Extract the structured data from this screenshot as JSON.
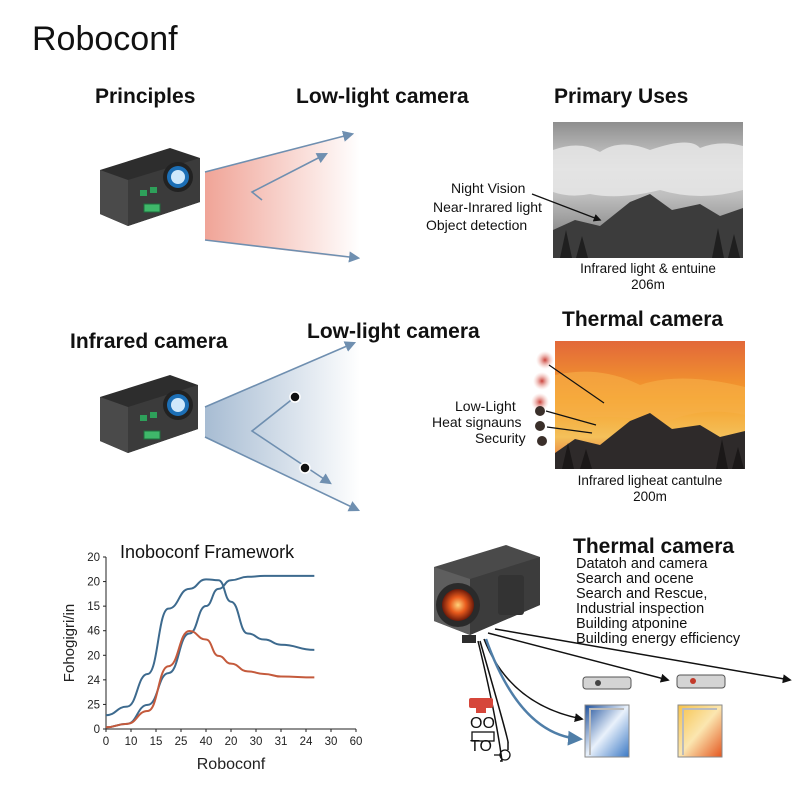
{
  "page": {
    "title": "Roboconf"
  },
  "row1": {
    "heading_left": "Principles",
    "heading_mid": "Low-light camera",
    "heading_right": "Primary Uses",
    "uses": [
      "Night Vision",
      "Near-Inrared light",
      "Object detection"
    ],
    "caption_line1": "Infrared light & entuine",
    "caption_line2": "206m"
  },
  "row2": {
    "heading_left": "Infrared camera",
    "heading_mid": "Low-light camera",
    "heading_right": "Thermal camera",
    "uses": [
      "Low-Light",
      "Heat signauns",
      "Security"
    ],
    "caption_line1": "Infrared ligheat cantulne",
    "caption_line2": "200m"
  },
  "row3": {
    "thermal_title": "Thermal camera",
    "thermal_uses": [
      "Datatoh and camera",
      "Search and ocene",
      "Search and Rescue,",
      "Industrial inspection",
      "Building atponine",
      "Building energy efficiency"
    ],
    "small_labels": {
      "oo": "OO",
      "to": "TO"
    }
  },
  "colors": {
    "camera_body": "#3b3b3b",
    "lens_ring": "#1c6fb6",
    "warm_beam": "#e8735f",
    "cool_beam": "#8aa6c4",
    "arrow": "#6f8fb0",
    "series_blue": "#3d6a8e",
    "series_red": "#c45a3c",
    "thermal_hot": "#f6a02a"
  },
  "chart_data": {
    "type": "line",
    "title": "Inoboconf Framework",
    "xlabel": "Roboconf",
    "ylabel": "Fohogigri/in",
    "x_ticks": [
      "0",
      "10",
      "15",
      "25",
      "40",
      "20",
      "30",
      "31",
      "24",
      "30",
      "60"
    ],
    "y_ticks": [
      "20",
      "20",
      "15",
      "46",
      "20",
      "24",
      "25",
      "0"
    ],
    "xlim": [
      0,
      60
    ],
    "ylim": [
      0,
      20
    ],
    "grid": false,
    "series": [
      {
        "color": "#3d6a8e",
        "x": [
          0,
          5,
          10,
          15,
          20,
          24,
          27,
          30,
          34,
          38,
          42,
          50
        ],
        "y": [
          1.6,
          2.6,
          6.4,
          14.0,
          16.3,
          17.4,
          17.3,
          14.8,
          11.1,
          10.4,
          9.8,
          9.2
        ]
      },
      {
        "color": "#3d6a8e",
        "x": [
          0,
          5,
          10,
          15,
          20,
          24,
          27,
          30,
          34,
          38,
          42,
          50
        ],
        "y": [
          0.2,
          0.6,
          2.8,
          6.5,
          11.1,
          14.3,
          16.3,
          17.3,
          17.7,
          17.8,
          17.8,
          17.8
        ]
      },
      {
        "color": "#c45a3c",
        "x": [
          0,
          5,
          10,
          15,
          20,
          24,
          27,
          30,
          34,
          38,
          42,
          50
        ],
        "y": [
          0.2,
          0.6,
          2.1,
          7.3,
          11.4,
          10.4,
          8.5,
          7.6,
          6.7,
          6.4,
          6.1,
          6.0
        ]
      }
    ]
  }
}
